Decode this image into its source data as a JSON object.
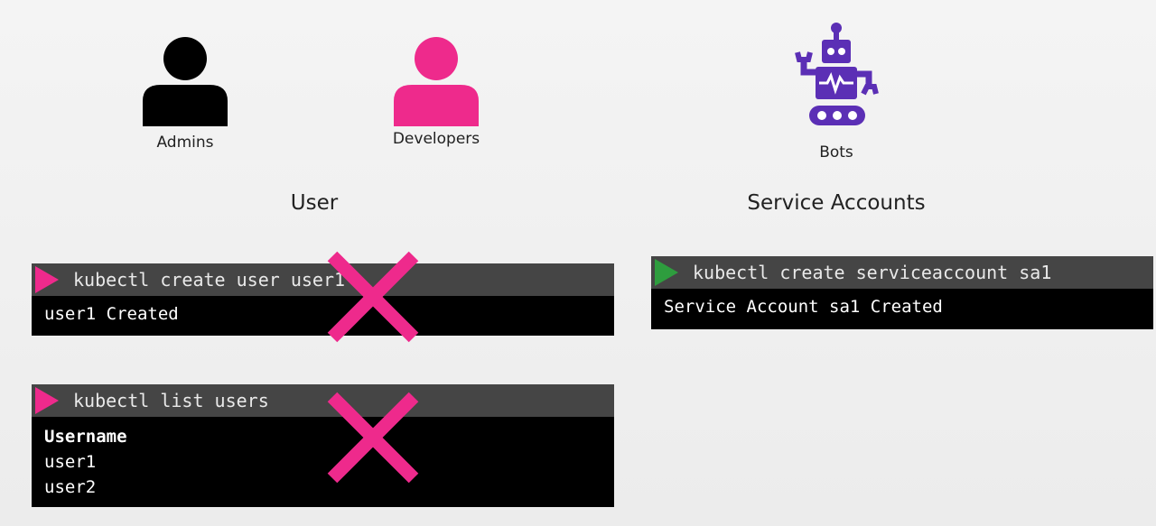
{
  "actors": {
    "admins": {
      "label": "Admins",
      "color": "#000000"
    },
    "developers": {
      "label": "Developers",
      "color": "#ee2a8c"
    },
    "bots": {
      "label": "Bots",
      "color": "#5b2fb5"
    }
  },
  "headings": {
    "user": "User",
    "service_accounts": "Service Accounts"
  },
  "terminals": [
    {
      "command": "kubectl create user user1",
      "output": [
        "user1 Created"
      ],
      "prompt_color": "#ee2a8c",
      "crossed": true
    },
    {
      "command": "kubectl list users",
      "output_header": "Username",
      "output": [
        "user1",
        "user2"
      ],
      "prompt_color": "#ee2a8c",
      "crossed": true
    },
    {
      "command": "kubectl create serviceaccount sa1",
      "output": [
        "Service Account sa1 Created"
      ],
      "prompt_color": "#2e9d3e",
      "crossed": false
    }
  ],
  "cross_color": "#ee2a8c"
}
